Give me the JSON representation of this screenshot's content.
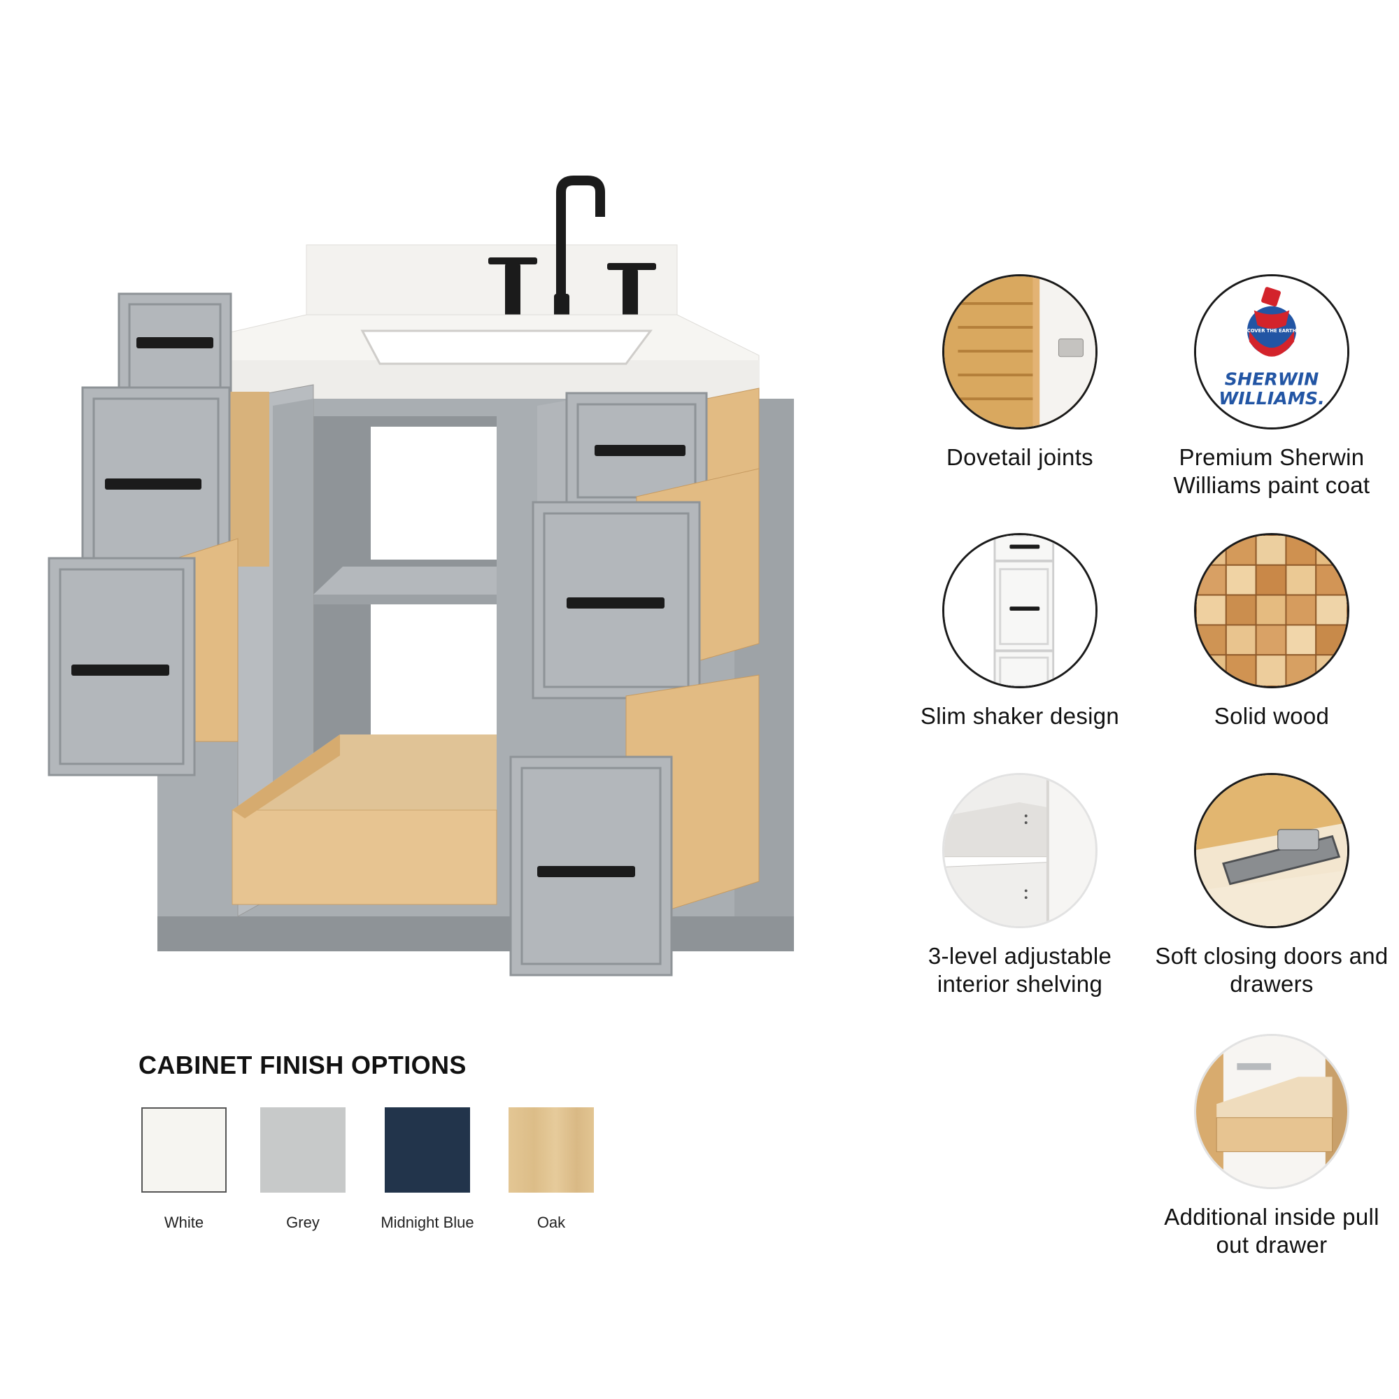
{
  "features": [
    {
      "label": "Dovetail joints"
    },
    {
      "label": "Premium Sherwin Williams paint coat"
    },
    {
      "label": "Slim shaker design"
    },
    {
      "label": "Solid wood"
    },
    {
      "label": "3-level adjustable interior shelving"
    },
    {
      "label": "Soft closing doors and drawers"
    },
    {
      "label": "Additional inside pull out drawer"
    }
  ],
  "logo": {
    "line1": "SHERWIN",
    "line2": "WILLIAMS.",
    "tagline": "COVER THE EARTH"
  },
  "finish": {
    "title": "CABINET FINISH OPTIONS",
    "options": [
      {
        "label": "White",
        "color": "#f6f5f1"
      },
      {
        "label": "Grey",
        "color": "#c7c9c9"
      },
      {
        "label": "Midnight Blue",
        "color": "#22344b"
      },
      {
        "label": "Oak",
        "color": "#e0c391"
      }
    ]
  },
  "colors": {
    "cabinet": "#a9aeb2",
    "cabinet_dark": "#8e9397",
    "wood": "#e9c48e",
    "countertop": "#f4f3f0",
    "hardware": "#1b1b1b"
  }
}
